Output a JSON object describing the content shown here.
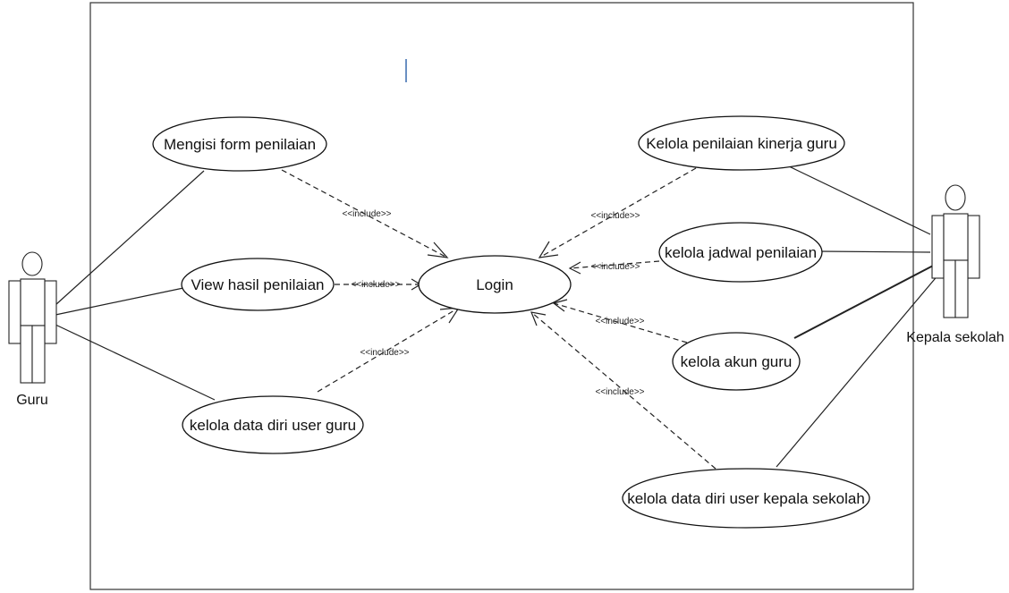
{
  "actors": {
    "guru": "Guru",
    "kepala": "Kepala sekolah"
  },
  "usecases": {
    "login": "Login",
    "mengisi_form": "Mengisi form penilaian",
    "view_hasil": "View hasil penilaian",
    "kelola_data_guru": "kelola data diri user guru",
    "kelola_kinerja": "Kelola penilaian kinerja guru",
    "kelola_jadwal": "kelola jadwal penilaian",
    "kelola_akun": "kelola akun guru",
    "kelola_data_kepala": "kelola data diri user kepala sekolah"
  },
  "relations": {
    "include_label": "<<include>>"
  }
}
